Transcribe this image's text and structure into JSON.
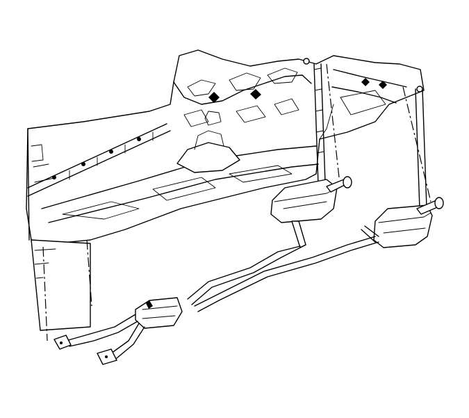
{
  "figure": {
    "kind": "line-art",
    "colors": {
      "stroke": "#000000",
      "background": "#ffffff"
    },
    "parts": [
      "vehicle-underbody",
      "crossmember-rail",
      "floor-pan-tunnel",
      "left-muffler",
      "right-muffler",
      "left-tailpipe",
      "right-tailpipe",
      "exhaust-pipe-left",
      "exhaust-pipe-right",
      "catalytic-converter",
      "front-exhaust-flanges",
      "hanger-rods",
      "alignment-centerlines"
    ]
  }
}
